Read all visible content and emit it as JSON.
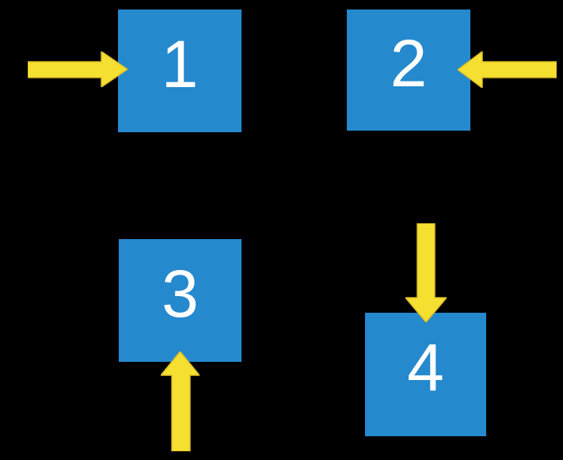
{
  "scene": {
    "description": "Four numbered blue squares on a black background, each indicated by a yellow block arrow",
    "background_color": "#000000"
  },
  "colors": {
    "background": "#000000",
    "square_fill": "#2589CE",
    "arrow_fill": "#F5E031",
    "arrow_outline": "#D9BB28",
    "label_text": "#FFFFFF"
  },
  "squares": [
    {
      "label": "1",
      "arrow_direction": "right",
      "arrow_side": "left"
    },
    {
      "label": "2",
      "arrow_direction": "left",
      "arrow_side": "right"
    },
    {
      "label": "3",
      "arrow_direction": "up",
      "arrow_side": "bottom"
    },
    {
      "label": "4",
      "arrow_direction": "down",
      "arrow_side": "top"
    }
  ]
}
